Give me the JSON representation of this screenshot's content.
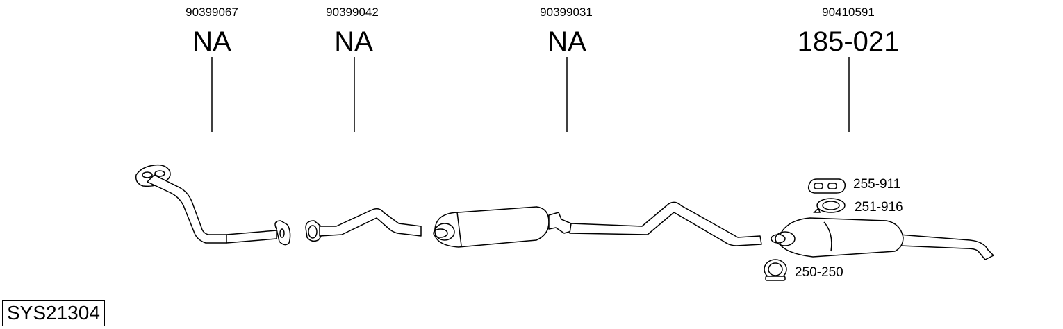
{
  "parts": [
    {
      "code": "90399067",
      "ref": "NA"
    },
    {
      "code": "90399042",
      "ref": "NA"
    },
    {
      "code": "90399031",
      "ref": "NA"
    },
    {
      "code": "90410591",
      "ref": "185-021"
    }
  ],
  "accessories": [
    {
      "ref": "255-911"
    },
    {
      "ref": "251-916"
    },
    {
      "ref": "250-250"
    }
  ],
  "system_id": "SYS21304"
}
